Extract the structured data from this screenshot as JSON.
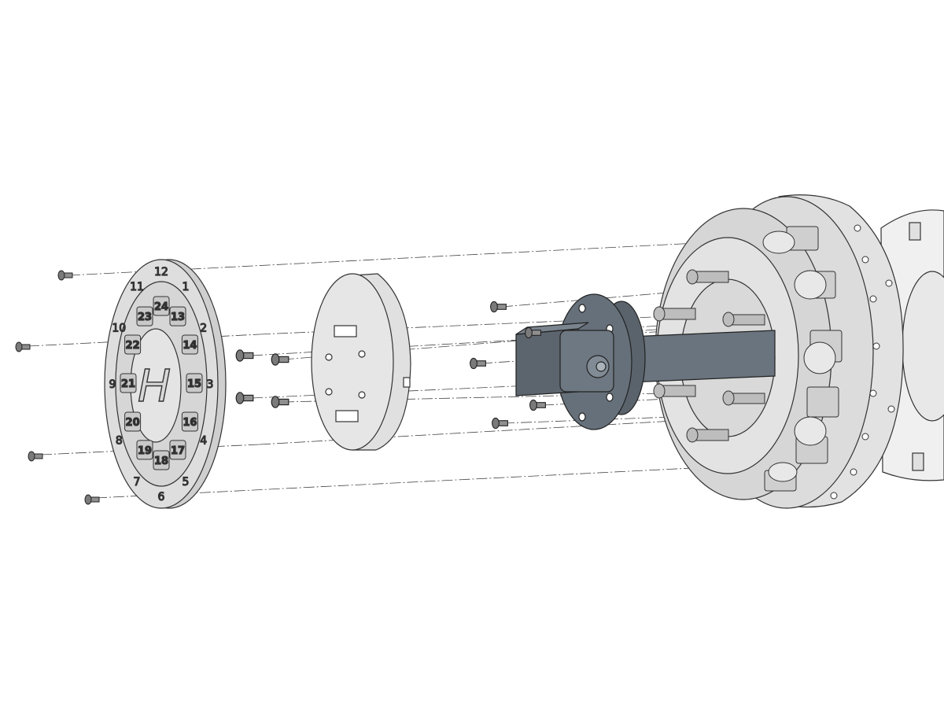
{
  "cover_plate": {
    "outer_numbers": [
      "1",
      "2",
      "3",
      "4",
      "5",
      "6",
      "7",
      "8",
      "9",
      "10",
      "11",
      "12"
    ],
    "pocket_numbers": [
      "13",
      "14",
      "15",
      "16",
      "17",
      "18",
      "19",
      "20",
      "21",
      "22",
      "23",
      "24"
    ],
    "logo_text": "H"
  },
  "colors": {
    "part_fill": "#d9d9d9",
    "part_fill_light": "#e6e6e6",
    "part_stroke": "#333333",
    "motor_fill": "#66707a",
    "motor_dark": "#4e5760",
    "screw_fill": "#8a8a8a",
    "centerline": "#444444",
    "background": "#ffffff"
  },
  "icons": [
    "cover-plate",
    "index-disc",
    "motor-assembly",
    "turret-body",
    "screw",
    "centerline"
  ]
}
